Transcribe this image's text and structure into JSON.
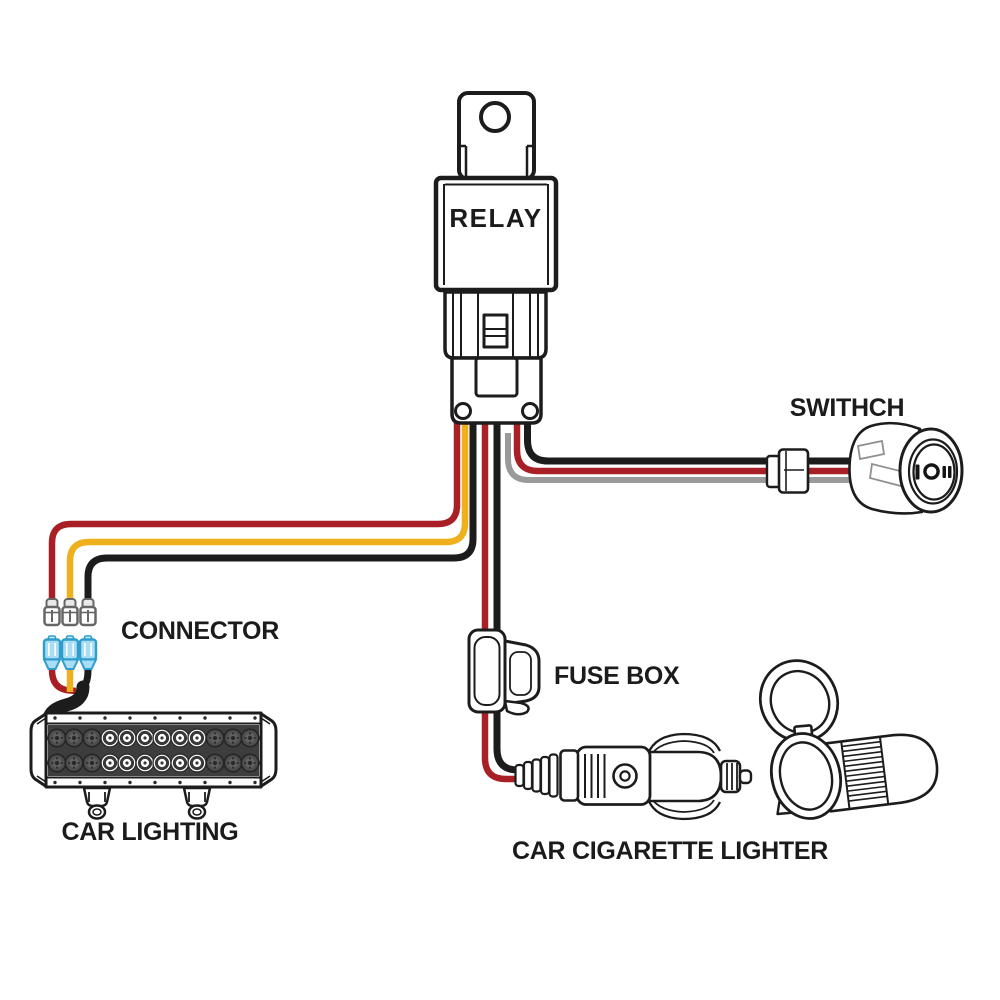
{
  "diagram": {
    "background": "#ffffff",
    "labels": {
      "relay": "RELAY",
      "switch": "SWITHCH",
      "connector": "CONNECTOR",
      "fuse_box": "FUSE BOX",
      "car_lighting": "CAR LIGHTING",
      "car_cigarette_lighter": "CAR CIGARETTE LIGHTER"
    },
    "switch_face_markings": "I O II",
    "colors": {
      "red_wire": "#a82025",
      "yellow_wire": "#eeb01c",
      "black_wire": "#1c1c1c",
      "gray_wire": "#9a9a9a",
      "outline": "#1c1c1c",
      "terminal_female_blue": "#a9ddf3",
      "terminal_female_blue_stroke": "#2f9dcb"
    },
    "wire_runs": {
      "relay_to_connector": [
        "red",
        "yellow",
        "black"
      ],
      "relay_to_fuse_and_lighter": [
        "red",
        "black"
      ],
      "relay_to_switch": [
        "black",
        "red",
        "gray"
      ]
    }
  }
}
